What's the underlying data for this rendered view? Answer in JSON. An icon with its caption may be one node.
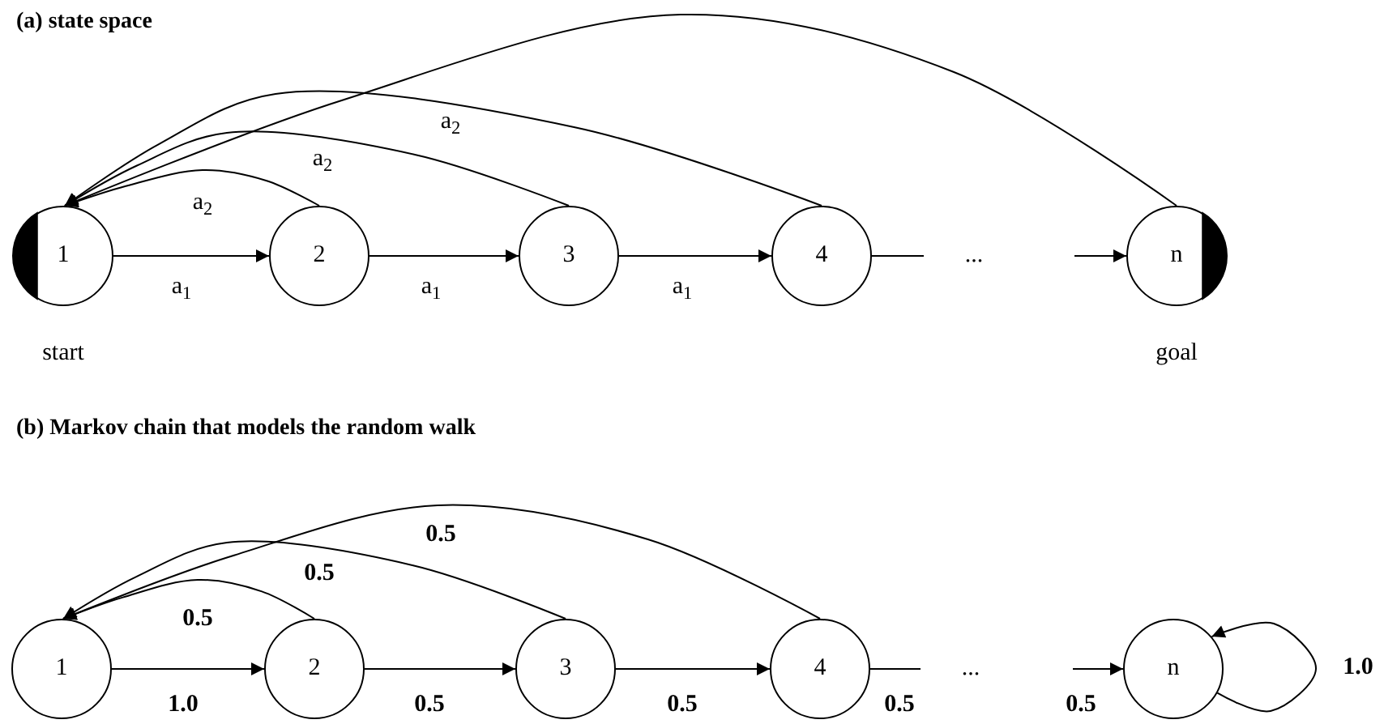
{
  "diagram": {
    "nodes": [
      {
        "text": [
          "1"
        ],
        "beside": [
          "start"
        ]
      },
      {
        "text": [
          "2"
        ]
      },
      {
        "text": [
          "3"
        ]
      },
      {
        "text": [
          "4"
        ]
      },
      {
        "text": [
          "n"
        ],
        "beside": [
          "goal"
        ]
      },
      {
        "text": [
          "1"
        ]
      },
      {
        "text": [
          "2"
        ]
      },
      {
        "text": [
          "3"
        ]
      },
      {
        "text": [
          "4"
        ]
      },
      {
        "text": [
          "n"
        ]
      }
    ],
    "edges": [
      {
        "from": 0,
        "to": 1,
        "arrow": "to",
        "label": "a$_{1}$"
      },
      {
        "from": 1,
        "to": 2,
        "arrow": "to",
        "label": "a$_{1}$"
      },
      {
        "from": 2,
        "to": 3,
        "arrow": "to",
        "label": "a$_{1}$"
      },
      {
        "from": 3,
        "to": null,
        "arrow": "none"
      },
      {
        "from": null,
        "to": 4,
        "arrow": "to"
      },
      {
        "from": 1,
        "to": 0,
        "arrow": "to",
        "label": "a$_{2}$"
      },
      {
        "from": 2,
        "to": 0,
        "arrow": "to",
        "label": "a$_{2}$"
      },
      {
        "from": 3,
        "to": 0,
        "arrow": "to",
        "label": "a$_{2}$"
      },
      {
        "from": 4,
        "to": 0,
        "arrow": "to"
      },
      {
        "from": 5,
        "to": 6,
        "arrow": "to",
        "label": "1.0"
      },
      {
        "from": 6,
        "to": 7,
        "arrow": "to",
        "label": "0.5"
      },
      {
        "from": 7,
        "to": 8,
        "arrow": "to",
        "label": "0.5"
      },
      {
        "from": 8,
        "to": null,
        "arrow": "none",
        "label": "0.5"
      },
      {
        "from": null,
        "to": 9,
        "arrow": "to",
        "label": "0.5"
      },
      {
        "from": 6,
        "to": 5,
        "arrow": "to",
        "label": "0.5"
      },
      {
        "from": 7,
        "to": 5,
        "arrow": "to",
        "label": "0.5"
      },
      {
        "from": 8,
        "to": 5,
        "arrow": "to",
        "label": "0.5"
      },
      {
        "from": 9,
        "to": 9,
        "arrow": "to",
        "label": "1.0"
      }
    ],
    "labels": [
      "(a) state space",
      "...",
      "(b) Markov chain that models the random walk",
      "..."
    ]
  }
}
